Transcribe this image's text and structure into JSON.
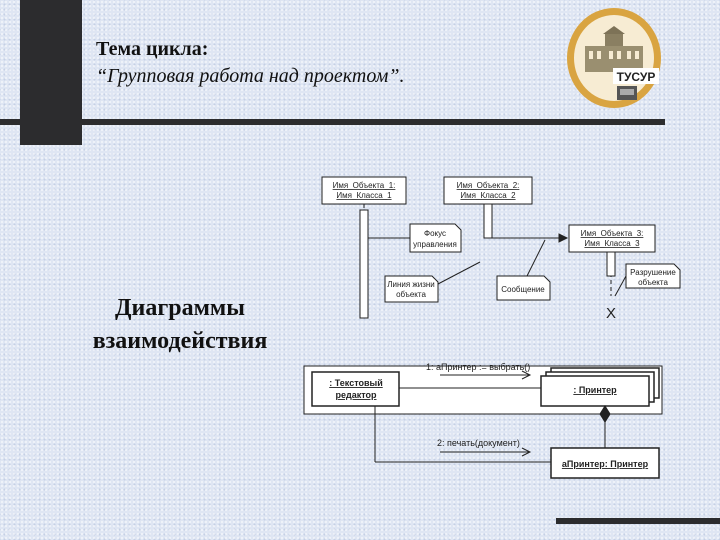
{
  "header": {
    "title_line1": "Тема цикла:",
    "title_line2": "“Групповая работа над проектом”."
  },
  "logo": {
    "text": "ТУСУР"
  },
  "sidebar": {
    "line1": "Диаграммы",
    "line2": "взаимодействия"
  },
  "sequence_diagram": {
    "objects": [
      {
        "name": "Имя_Объекта_1:",
        "class": "Имя_Класса_1"
      },
      {
        "name": "Имя_Объекта_2:",
        "class": "Имя_Класса_2"
      },
      {
        "name": "Имя_Объекта_3:",
        "class": "Имя_Класса_3"
      }
    ],
    "notes": {
      "focus_line1": "Фокус",
      "focus_line2": "управления",
      "lifeline_line1": "Линия жизни",
      "lifeline_line2": "объекта",
      "message": "Сообщение",
      "destroy_line1": "Разрушение",
      "destroy_line2": "объекта"
    },
    "destroy_mark": "X"
  },
  "collaboration_diagram": {
    "editor_line1": ": Текстовый",
    "editor_line2": "редактор",
    "printer": ": Принтер",
    "aprinter": "аПринтер: Принтер",
    "msg1": "1: аПринтер := выбрать()",
    "msg2": "2: печать(документ)"
  },
  "colors": {
    "bars": "#2c2c2e",
    "background": "#dfe6f3",
    "logo_ring": "#d9a441"
  }
}
